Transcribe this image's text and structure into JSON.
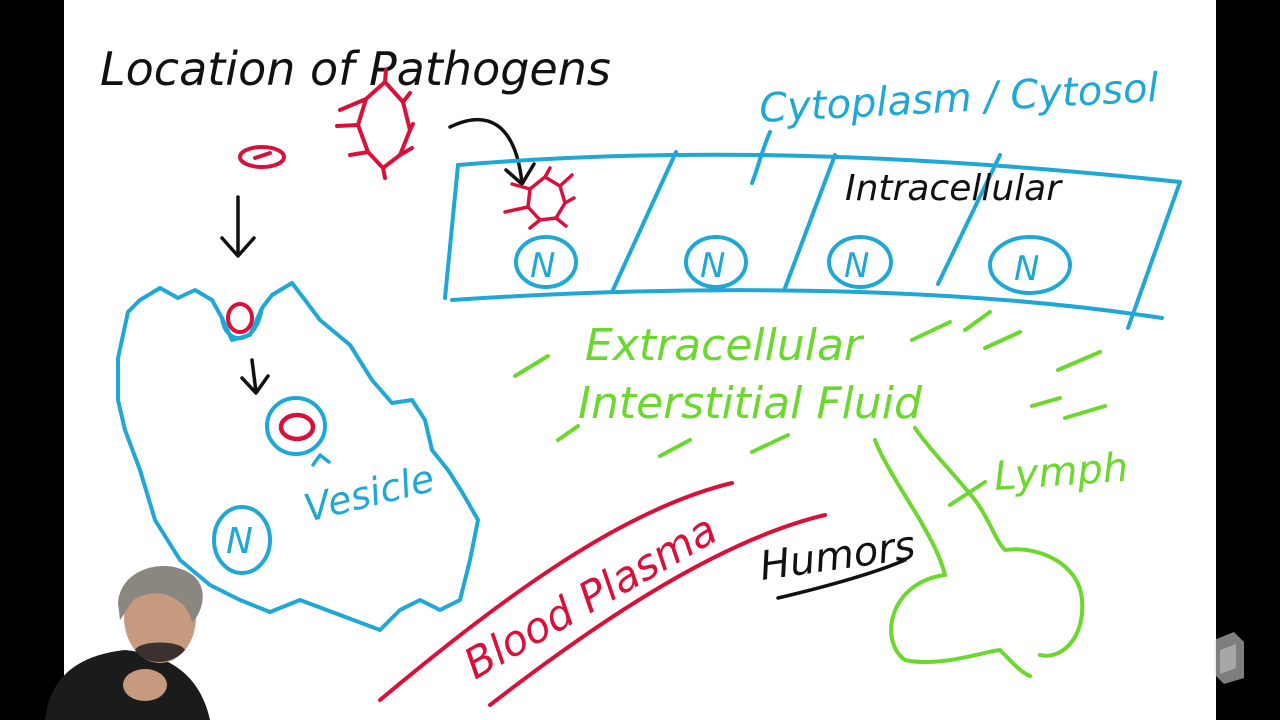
{
  "title": "Location of Pathogens",
  "labels": {
    "cytoplasm": "Cytoplasm / Cytosol",
    "intracellular": "Intracellular",
    "extracellular": "Extracellular",
    "interstitial": "Interstitial Fluid",
    "lymph": "Lymph",
    "humors": "Humors",
    "blood_plasma": "Blood Plasma",
    "vesicle": "Vesicle",
    "nucleus": "N"
  },
  "colors": {
    "board": "#ffffff",
    "frame": "#000000",
    "ink_black": "#111111",
    "ink_blue": "#1fa7d6",
    "ink_red": "#d8103a",
    "ink_green": "#6ad82c"
  }
}
